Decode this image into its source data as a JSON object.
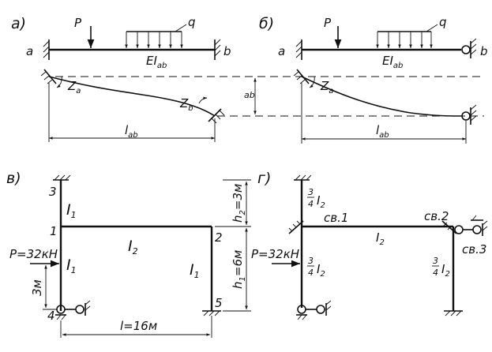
{
  "panels": {
    "a": {
      "label": "а)",
      "load_point": "P",
      "load_dist": "q",
      "end_left": "a",
      "end_right": "b",
      "stiffness": "EI",
      "stiffness_sub": "ab",
      "rot_left": "Z",
      "rot_left_sub": "a",
      "rot_right": "Z",
      "rot_right_sub": "b",
      "length": "l",
      "length_sub": "ab",
      "offset": "ab"
    },
    "b": {
      "label": "б)",
      "load_point": "P",
      "load_dist": "q",
      "end_left": "a",
      "end_right": "b",
      "stiffness": "EI",
      "stiffness_sub": "ab",
      "rot_left": "Z",
      "rot_left_sub": "a",
      "length": "l",
      "length_sub": "ab"
    },
    "v": {
      "label": "в)",
      "node_1": "1",
      "node_2": "2",
      "node_3": "3",
      "node_4": "4",
      "node_5": "5",
      "col_top": "I",
      "col_top_sub": "1",
      "col_left": "I",
      "col_left_sub": "1",
      "col_right": "I",
      "col_right_sub": "1",
      "beam": "I",
      "beam_sub": "2",
      "force": "P=32кН",
      "dim_load": "3м",
      "dim_h2": "h",
      "dim_h2_sub": "2",
      "dim_h2_val": "=3м",
      "dim_h1": "h",
      "dim_h1_sub": "1",
      "dim_h1_val": "=6м",
      "span": "l=16м"
    },
    "g": {
      "label": "г)",
      "node_1": "св.1",
      "node_2": "св.2",
      "node_3": "св.3",
      "force": "P=32кН",
      "beam": "I",
      "beam_sub": "2",
      "frac_num": "3",
      "frac_den": "4",
      "frac_i": "I",
      "frac_sub": "2"
    }
  }
}
